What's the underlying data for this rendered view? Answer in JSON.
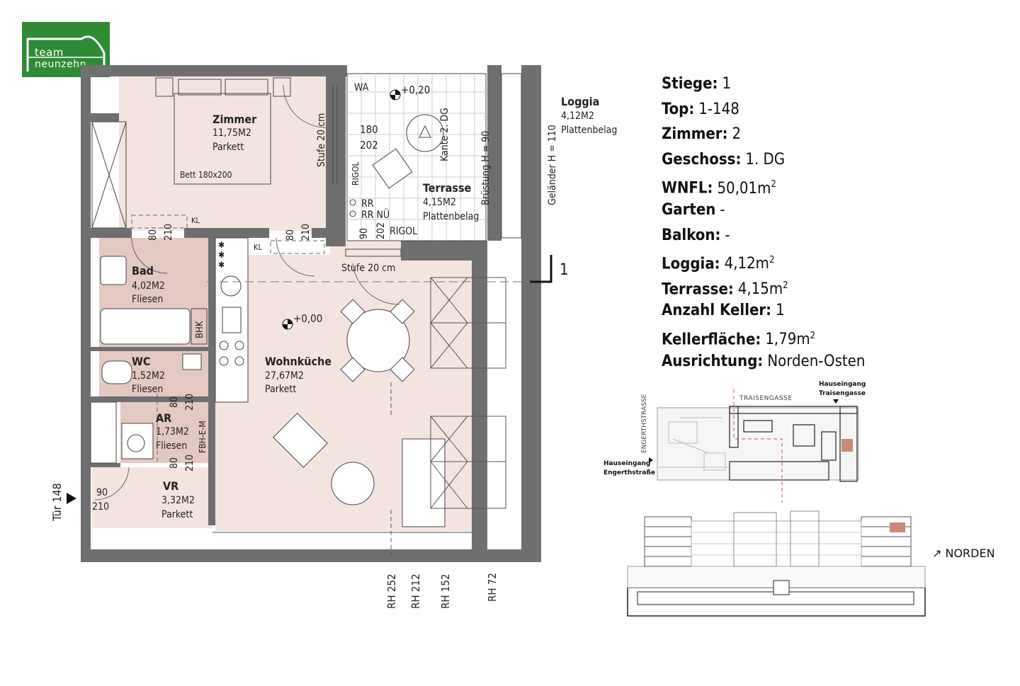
{
  "logo": {
    "line1": "team",
    "line2": "neunzehn"
  },
  "rooms": [
    {
      "name": "Zimmer",
      "area": "11,75M2",
      "floor": "Parkett"
    },
    {
      "name": "Bad",
      "area": "4,02M2",
      "floor": "Fliesen"
    },
    {
      "name": "WC",
      "area": "1,52M2",
      "floor": "Fliesen"
    },
    {
      "name": "AR",
      "area": "1,73M2",
      "floor": "Fliesen"
    },
    {
      "name": "VR",
      "area": "3,32M2",
      "floor": "Parkett"
    },
    {
      "name": "Wohnküche",
      "area": "27,67M2",
      "floor": "Parkett"
    },
    {
      "name": "Terrasse",
      "area": "4,15M2",
      "floor": "Plattenbelag"
    },
    {
      "name": "Loggia",
      "area": "4,12M2",
      "floor": "Plattenbelag"
    }
  ],
  "plan_labels": {
    "bed": "Bett 180x200",
    "wa": "WA",
    "level_upper": "+0,20",
    "level_main": "+0,00",
    "window_w": "180",
    "window_h": "202",
    "stufe_vertical": "Stufe 20 cm",
    "stufe_horizontal": "Stufe 20 cm",
    "rigol_vertical": "RIGOL",
    "rigol_horizontal": "RIGOL",
    "kante": "Kante 2. DG",
    "bruestung": "Brüstung H = 90",
    "gelaender": "Geländer H = 110",
    "rr": "RR",
    "rr_nu": "RR NÜ",
    "door_90": "90",
    "door_202": "202",
    "kl1": "KL",
    "kl2": "KL",
    "d80a": "80",
    "d210a": "210",
    "d80b": "80",
    "d210b": "210",
    "d80c": "80",
    "d210c": "210",
    "d80d": "80",
    "d210d": "210",
    "entry_90": "90",
    "entry_210": "210",
    "bhk": "BHK",
    "fbh": "FBH-E-M",
    "tuer": "Tür 148",
    "section": "1",
    "rh": [
      "RH 252",
      "RH 212",
      "RH 152",
      "RH 72"
    ]
  },
  "info": [
    {
      "label": "Stiege:",
      "value": "1"
    },
    {
      "label": "Top:",
      "value": "1-148"
    },
    {
      "label": "Zimmer:",
      "value": "2"
    },
    {
      "label": "Geschoss:",
      "value": "1. DG"
    },
    {
      "label": "WNFL:",
      "value": "50,01m",
      "sup": "2"
    },
    {
      "label": "Garten",
      "value": "-"
    },
    {
      "label": "Balkon:",
      "value": "-"
    },
    {
      "label": "Loggia:",
      "value": "4,12m",
      "sup": "2"
    },
    {
      "label": "Terrasse:",
      "value": "4,15m",
      "sup": "2"
    },
    {
      "label": "Anzahl Keller:",
      "value": "1"
    },
    {
      "label": "Kellerfläche:",
      "value": "1,79m",
      "sup": "2"
    },
    {
      "label": "Ausrichtung:",
      "value": "Norden-Osten"
    }
  ],
  "site": {
    "street_top": "TRAISENGASSE",
    "street_left": "ENGERTHSTRASSE",
    "entrance_top_1": "Hauseingang",
    "entrance_top_2": "Traisengasse",
    "entrance_left_1": "Hauseingang",
    "entrance_left_2": "Engerthstraße",
    "north": "↗ NORDEN"
  },
  "colors": {
    "logo_green": "#2f8a36",
    "room_fill": "#f4e4e0",
    "wet_fill": "#e4c8c2",
    "wall": "#6f6f6f",
    "highlight": "#c98a78"
  }
}
